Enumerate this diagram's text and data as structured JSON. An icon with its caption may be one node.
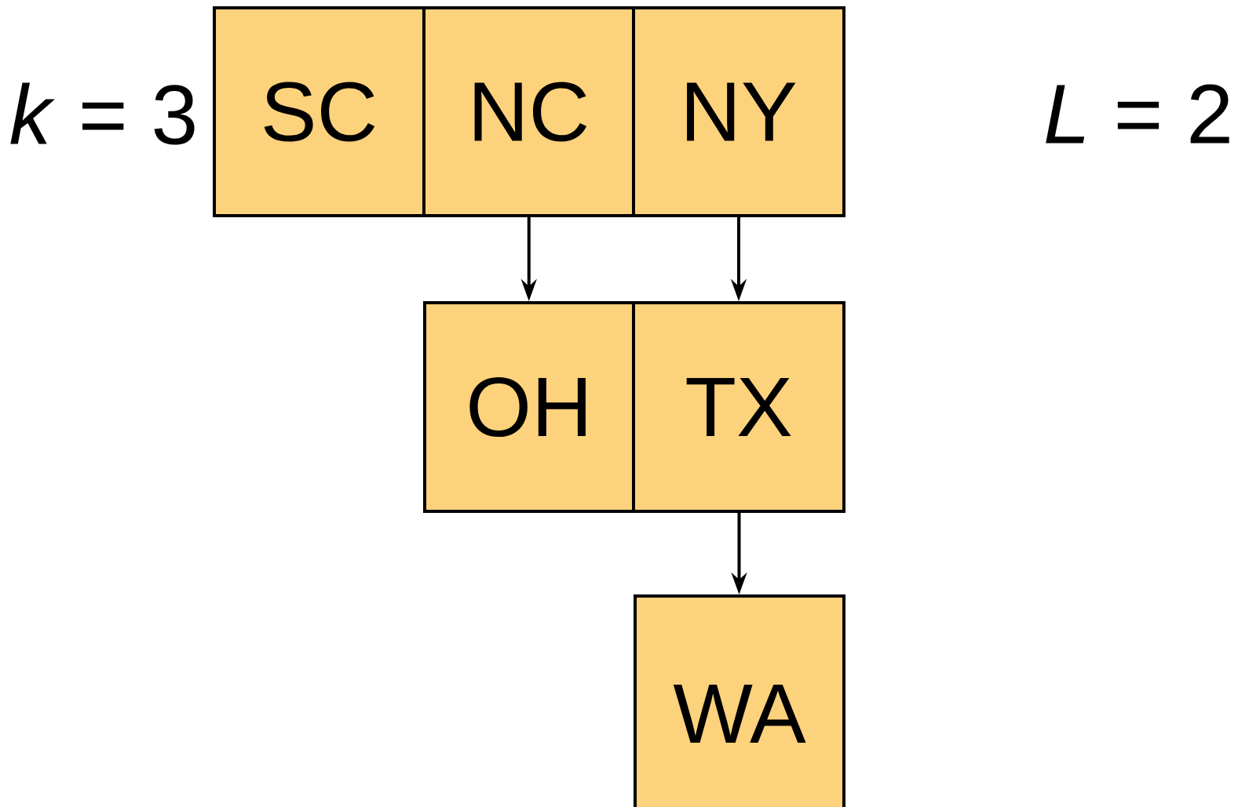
{
  "diagram": {
    "nodes": [
      {
        "text": [
          "SC"
        ]
      },
      {
        "text": [
          "NC"
        ]
      },
      {
        "text": [
          "NY"
        ]
      },
      {
        "text": [
          "OH"
        ]
      },
      {
        "text": [
          "TX"
        ]
      },
      {
        "text": [
          "WA"
        ]
      }
    ],
    "edges": [
      {
        "from": 1,
        "to": 3,
        "arrow": "to"
      },
      {
        "from": 2,
        "to": 4,
        "arrow": "to"
      },
      {
        "from": 4,
        "to": 5,
        "arrow": "to"
      }
    ],
    "labels": [
      "*k* = 3",
      "*L* = 2"
    ]
  }
}
